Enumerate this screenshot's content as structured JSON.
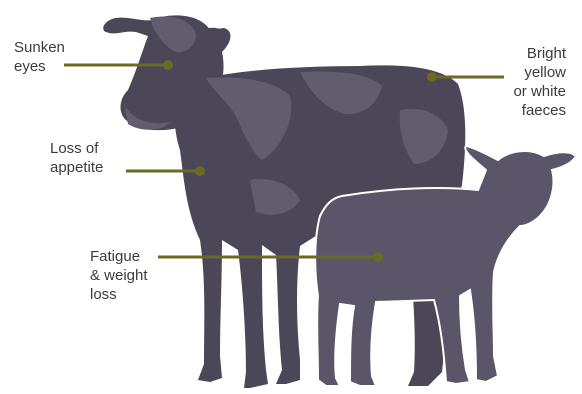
{
  "colors": {
    "animal_fill": "#4b4758",
    "cow_patch_light": "#615c6e",
    "cow_dark": "#3a3645",
    "lamb_fill": "#5a5568",
    "lamb_outline": "#ffffff",
    "leader_line": "#6a6a24",
    "text": "#3c3a3e"
  },
  "labels": {
    "sunken_eyes": "Sunken\neyes",
    "bright_faeces": "Bright\nyellow\nor white\nfaeces",
    "loss_of_appetite": "Loss of\nappetite",
    "fatigue": "Fatigue\n& weight\nloss"
  }
}
